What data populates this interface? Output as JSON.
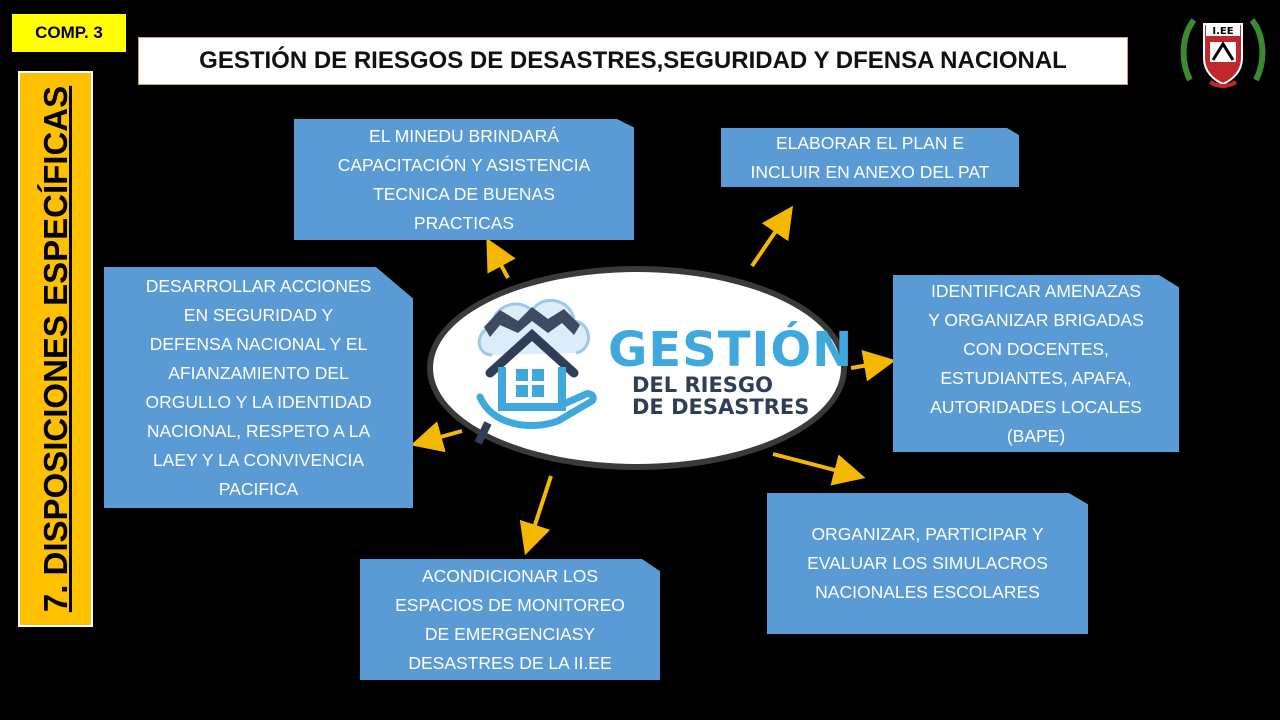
{
  "badge": "COMP. 3",
  "title": "GESTIÓN DE RIESGOS DE DESASTRES,SEGURIDAD Y DFENSA NACIONAL",
  "side_label": "7. DISPOSICIONES ESPECÍFICAS",
  "center": {
    "main": "GESTIÓN",
    "sub1": "DEL RIESGO",
    "sub2": "DE DESASTRES",
    "icon": "house-hand-cloud-icon"
  },
  "boxes": {
    "b1": [
      "EL MINEDU BRINDARÁ",
      "CAPACITACIÓN Y ASISTENCIA",
      "TECNICA DE BUENAS",
      "PRACTICAS"
    ],
    "b2": [
      "ELABORAR EL PLAN E",
      "INCLUIR EN ANEXO DEL PAT"
    ],
    "b3": [
      "DESARROLLAR ACCIONES",
      "EN SEGURIDAD Y",
      "DEFENSA NACIONAL Y EL",
      "AFIANZAMIENTO DEL",
      "ORGULLO Y LA IDENTIDAD",
      "NACIONAL, RESPETO A LA",
      "LAEY Y LA CONVIVENCIA",
      "PACIFICA"
    ],
    "b4": [
      "IDENTIFICAR AMENAZAS",
      "Y ORGANIZAR BRIGADAS",
      "CON DOCENTES,",
      "ESTUDIANTES, APAFA,",
      "AUTORIDADES LOCALES",
      "(BAPE)"
    ],
    "b5": [
      "ORGANIZAR, PARTICIPAR Y",
      "EVALUAR LOS SIMULACROS",
      "NACIONALES ESCOLARES"
    ],
    "b6": [
      "ACONDICIONAR LOS",
      "ESPACIOS DE MONITOREO",
      "DE EMERGENCIASY",
      "DESASTRES DE LA II.EE"
    ]
  },
  "crest": {
    "label": "I.EE",
    "icon": "school-crest-icon"
  },
  "colors": {
    "box": "#5b9bd5",
    "arrow": "#f5b800",
    "side": "#ffc000",
    "badge": "#ffff00",
    "logo_blue": "#3fa9de",
    "logo_dark": "#2f3e58"
  }
}
